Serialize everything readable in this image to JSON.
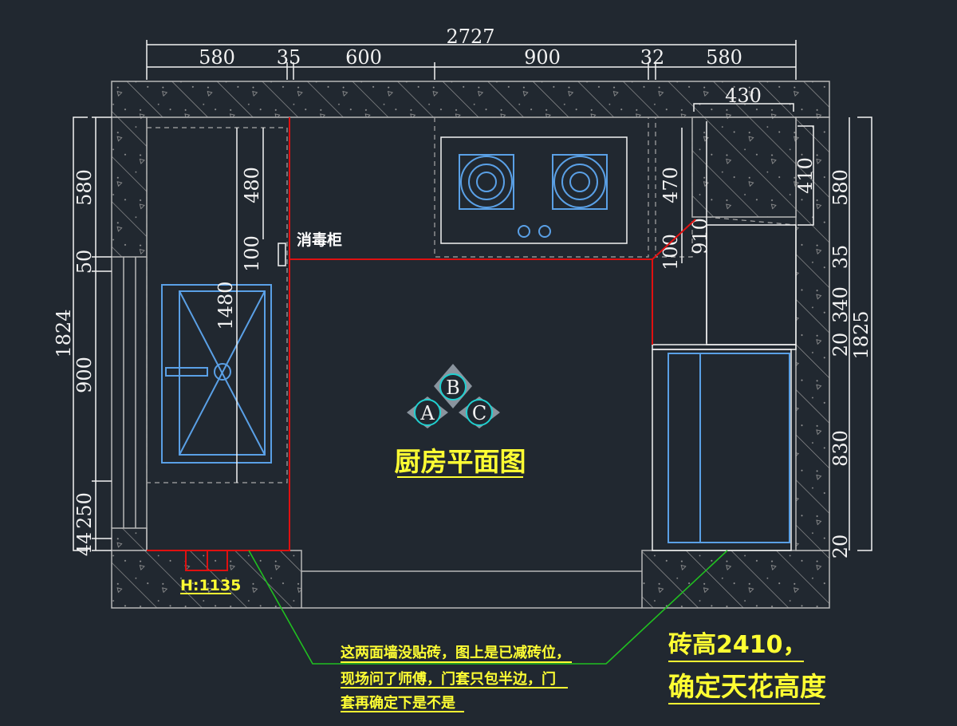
{
  "drawing_title": "厨房平面图",
  "labels": {
    "disinfection_cabinet": "消毒柜",
    "height_tag": "H:1135",
    "view_a": "A",
    "view_b": "B",
    "view_c": "C"
  },
  "top_dims": {
    "total": "2727",
    "segments": [
      "580",
      "35",
      "600",
      "900",
      "32",
      "580"
    ]
  },
  "left_dims": {
    "total": "1824",
    "segments": [
      "580",
      "50",
      "900",
      "250",
      "44"
    ]
  },
  "right_dims": {
    "total": "1825",
    "segments": [
      "580",
      "35",
      "340",
      "20",
      "830",
      "20"
    ]
  },
  "inner_dims": {
    "left_1480": "1480",
    "left_480": "480",
    "left_100": "100",
    "right_470": "470",
    "right_100": "100",
    "right_910": "910",
    "column_410": "410",
    "column_430": "430"
  },
  "notes": {
    "walls_note": [
      "这两面墙没贴砖，图上是已减砖位，",
      "现场问了师傅，门套只包半边，门",
      "套再确定下是不是"
    ],
    "ceiling_note": [
      "砖高2410，",
      "确定天花高度"
    ]
  },
  "colors": {
    "background": "#212830",
    "annotation": "#ffff33",
    "leader": "#20c020",
    "outline": "#e01010",
    "fixture": "#5aa0e6"
  }
}
